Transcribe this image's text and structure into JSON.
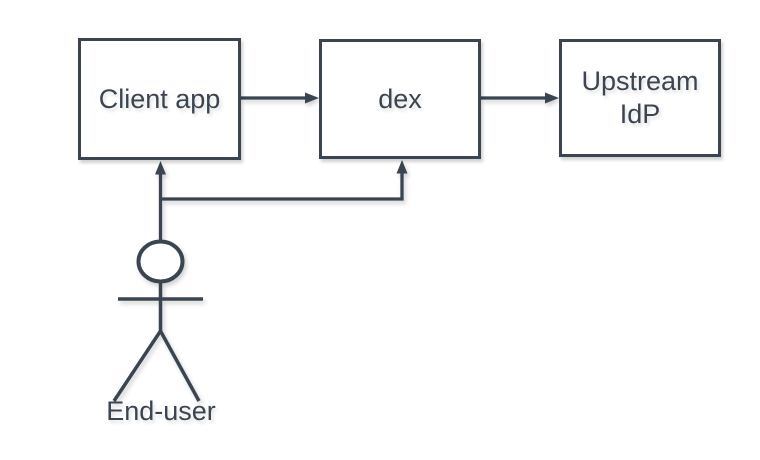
{
  "colors": {
    "stroke": "#3A4551",
    "node_fill": "#ffffff",
    "background": "#ffffff"
  },
  "nodes": [
    {
      "id": "client-app",
      "label": "Client app"
    },
    {
      "id": "dex",
      "label": "dex"
    },
    {
      "id": "upstream-idp",
      "label": "Upstream IdP"
    }
  ],
  "actor": {
    "id": "end-user",
    "label": "End-user",
    "shape": "stick-figure"
  },
  "edges": [
    {
      "from": "client-app",
      "to": "dex",
      "direction": "right"
    },
    {
      "from": "dex",
      "to": "upstream-idp",
      "direction": "right"
    },
    {
      "from": "end-user",
      "to": "client-app",
      "direction": "up"
    },
    {
      "from": "end-user",
      "to": "dex",
      "direction": "up"
    }
  ]
}
